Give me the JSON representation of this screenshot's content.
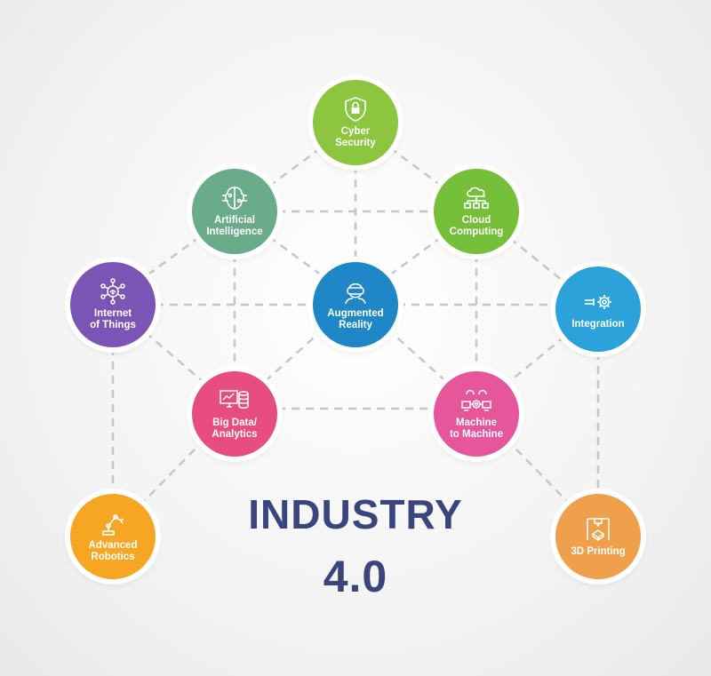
{
  "title": {
    "line1": "INDUSTRY",
    "line2": "4.0"
  },
  "nodes": [
    {
      "id": "cyber-security",
      "label": "Cyber\nSecurity",
      "color": "#8cc63f",
      "icon": "shield-lock-icon"
    },
    {
      "id": "artificial-intelligence",
      "label": "Artificial\nIntelligence",
      "color": "#6aab8a",
      "icon": "brain-chip-icon"
    },
    {
      "id": "cloud-computing",
      "label": "Cloud\nComputing",
      "color": "#76bf3a",
      "icon": "cloud-network-icon"
    },
    {
      "id": "internet-of-things",
      "label": "Internet\nof Things",
      "color": "#7b55b5",
      "icon": "iot-network-icon"
    },
    {
      "id": "augmented-reality",
      "label": "Augmented\nReality",
      "color": "#1f86c7",
      "icon": "vr-headset-icon"
    },
    {
      "id": "integration",
      "label": "Integration",
      "color": "#2ba2d9",
      "icon": "gear-plug-icon"
    },
    {
      "id": "big-data-analytics",
      "label": "Big Data/\nAnalytics",
      "color": "#e84d7f",
      "icon": "monitor-database-icon"
    },
    {
      "id": "machine-to-machine",
      "label": "Machine\nto Machine",
      "color": "#e5569b",
      "icon": "m2m-icon"
    },
    {
      "id": "advanced-robotics",
      "label": "Advanced\nRobotics",
      "color": "#f6a623",
      "icon": "robot-arm-icon"
    },
    {
      "id": "3d-printing",
      "label": "3D Printing",
      "color": "#f0a04b",
      "icon": "3d-printer-icon"
    }
  ]
}
